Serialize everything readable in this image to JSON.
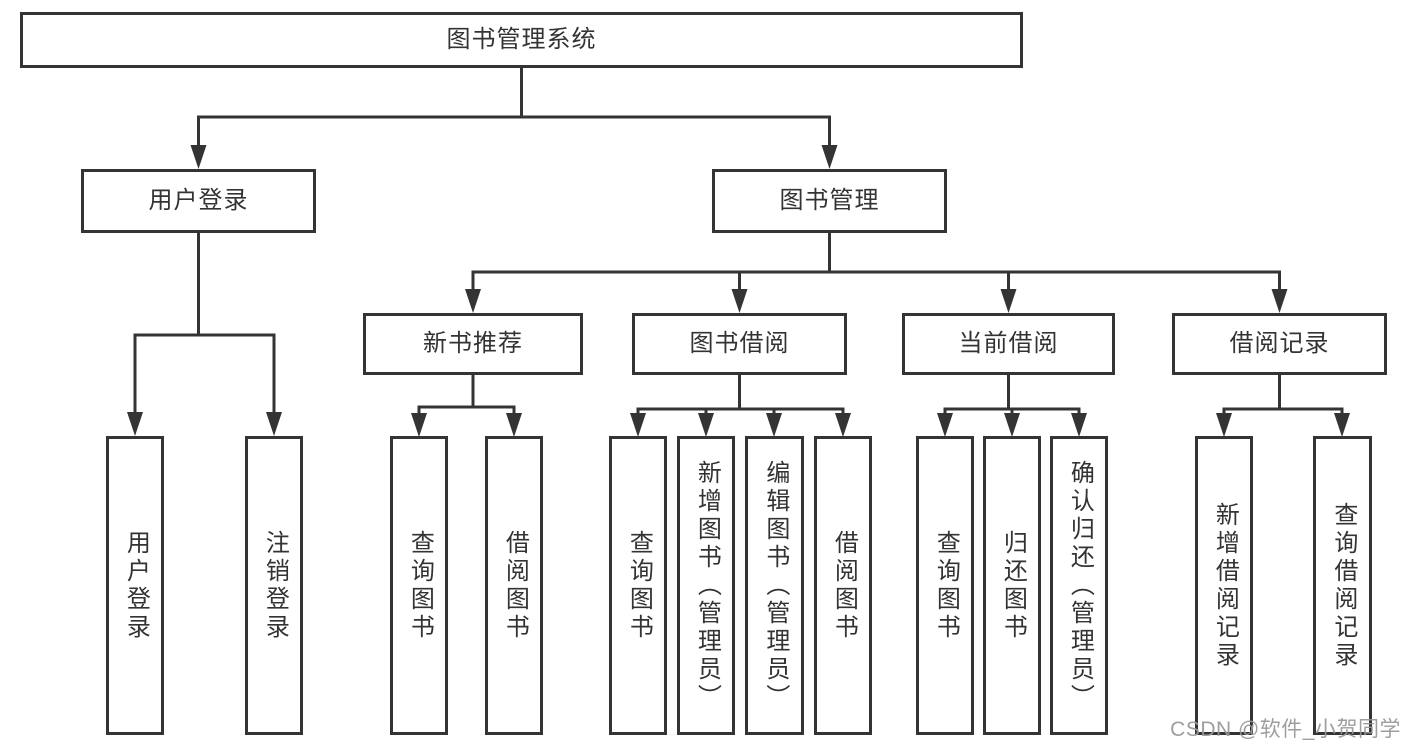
{
  "diagram": {
    "type": "hierarchy-tree",
    "watermark": "CSDN @软件_小贺同学",
    "colors": {
      "line": "#343434",
      "box_border": "#343434",
      "text": "#333333",
      "watermark": "#999999",
      "background": "#ffffff"
    },
    "tree": {
      "label": "图书管理系统",
      "children": [
        {
          "label": "用户登录",
          "children": [
            {
              "label": "用户登录"
            },
            {
              "label": "注销登录"
            }
          ]
        },
        {
          "label": "图书管理",
          "children": [
            {
              "label": "新书推荐",
              "children": [
                {
                  "label": "查询图书"
                },
                {
                  "label": "借阅图书"
                }
              ]
            },
            {
              "label": "图书借阅",
              "children": [
                {
                  "label": "查询图书"
                },
                {
                  "label": "新增图书（管理员）"
                },
                {
                  "label": "编辑图书（管理员）"
                },
                {
                  "label": "借阅图书"
                }
              ]
            },
            {
              "label": "当前借阅",
              "children": [
                {
                  "label": "查询图书"
                },
                {
                  "label": "归还图书"
                },
                {
                  "label": "确认归还（管理员）"
                }
              ]
            },
            {
              "label": "借阅记录",
              "children": [
                {
                  "label": "新增借阅记录"
                },
                {
                  "label": "查询借阅记录"
                }
              ]
            }
          ]
        }
      ]
    }
  }
}
